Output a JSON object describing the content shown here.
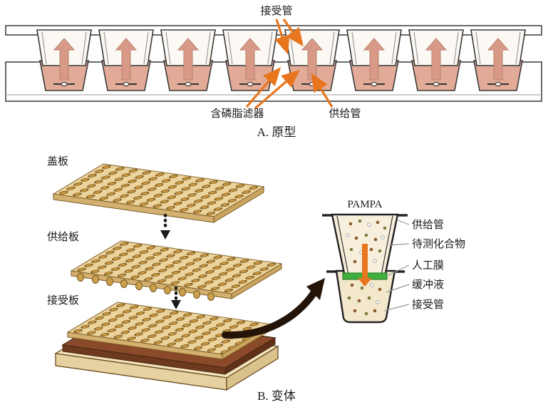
{
  "figure": {
    "section_a": {
      "caption": "A. 原型",
      "labels": {
        "receiver_tube": "接受管",
        "phospholipid_filter": "含磷脂滤器",
        "donor_tube": "供给管"
      }
    },
    "section_b": {
      "caption": "B. 变体",
      "labels": {
        "cover_plate": "盖板",
        "donor_plate": "供给板",
        "receiver_plate": "接受板"
      },
      "detail": {
        "title": "PAMPA",
        "labels": {
          "donor_tube": "供给管",
          "test_compound": "待测化合物",
          "artificial_membrane": "人工膜",
          "buffer": "缓冲液",
          "receiver_tube": "接受管"
        }
      }
    },
    "colors": {
      "salmon_cup": "#e2ab97",
      "salmon_arrow": "#d89a86",
      "orange_arrow": "#e8761e",
      "plate_gold": "#ecd39c",
      "membrane_green": "#3fae3f",
      "dark_slab_brown": "#8a4a2a"
    }
  }
}
